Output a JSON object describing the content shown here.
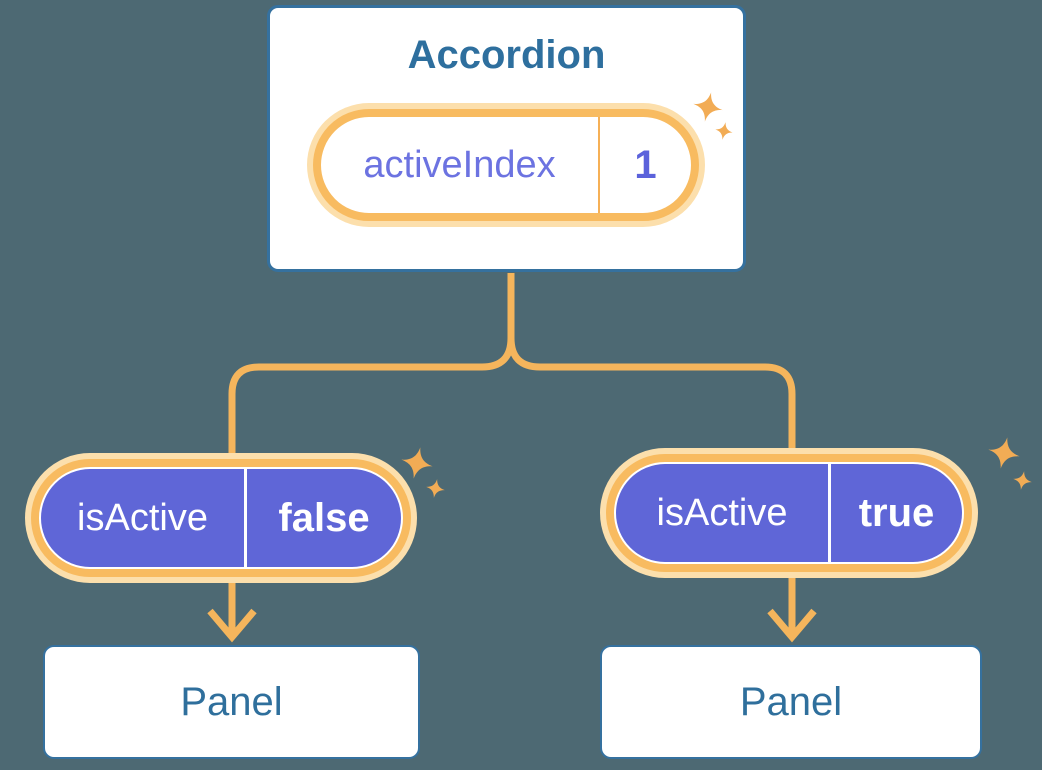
{
  "colors": {
    "background": "#4D6973",
    "card_border_blue": "#35719F",
    "heading_blue": "#2E6F9E",
    "connector_orange": "#F5B55C",
    "pill_ring_orange": "#F8BB60",
    "pill_glow_peach": "#FCDFAC",
    "pill_purple": "#5F66D7",
    "state_label_purple": "#6C73E1",
    "state_value_purple": "#5B62DB",
    "sparkle_orange": "#F2AC55",
    "card_fill": "#FFFFFF"
  },
  "accordion": {
    "title": "Accordion",
    "state_pill": {
      "label": "activeIndex",
      "value": "1"
    }
  },
  "branches": [
    {
      "prop_pill": {
        "label": "isActive",
        "value": "false"
      },
      "panel_title": "Panel"
    },
    {
      "prop_pill": {
        "label": "isActive",
        "value": "true"
      },
      "panel_title": "Panel"
    }
  ]
}
